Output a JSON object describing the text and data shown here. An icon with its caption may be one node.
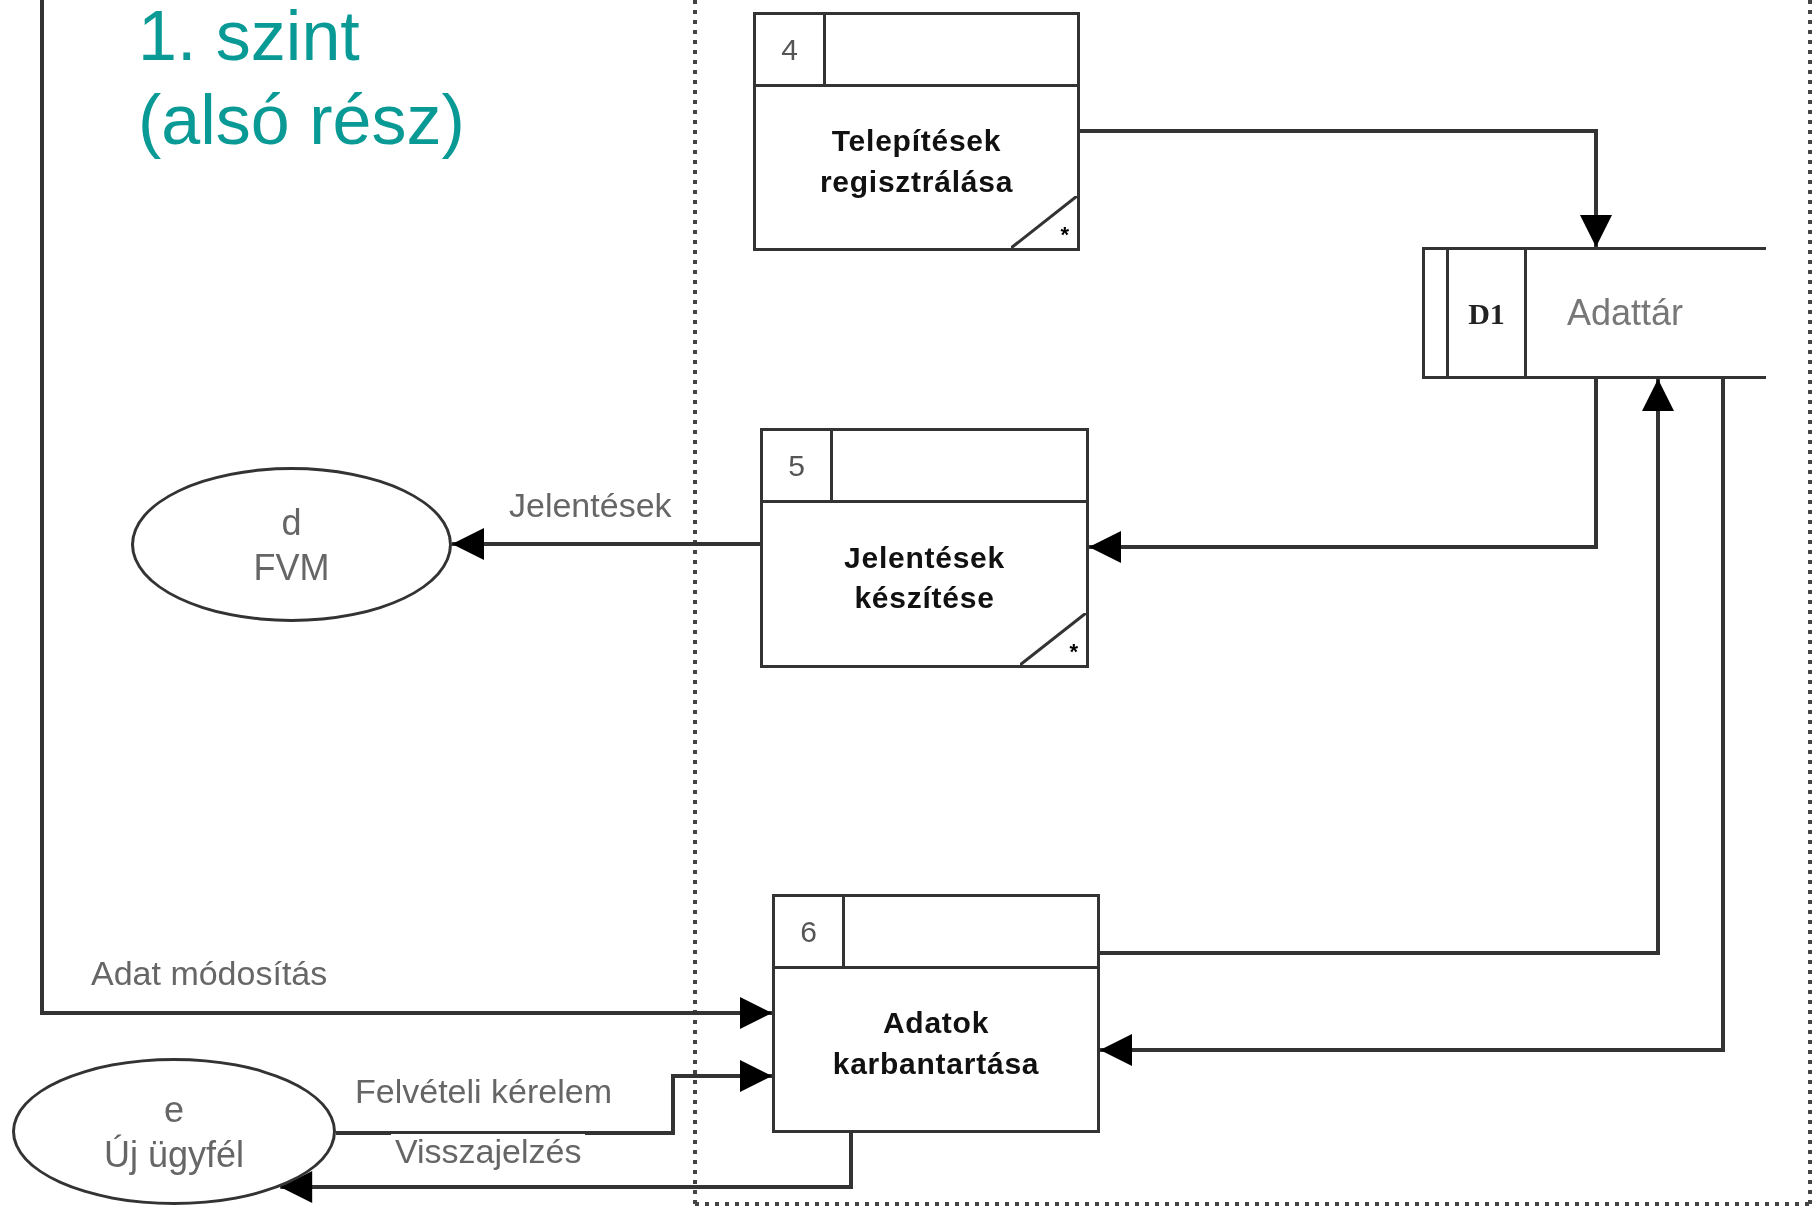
{
  "diagram": {
    "title": "1. szint (alsó rész)",
    "nodes": [
      {
        "text": [
          "4",
          "Telepítések regisztrálása",
          "*"
        ]
      },
      {
        "text": [
          "D1",
          "Adattár"
        ]
      },
      {
        "text": [
          "5",
          "Jelentések készítése",
          "*"
        ]
      },
      {
        "text": [
          "d",
          "FVM"
        ]
      },
      {
        "text": [
          "6",
          "Adatok karbantartása"
        ]
      },
      {
        "text": [
          "e",
          "Új ügyfél"
        ]
      }
    ],
    "edges": [
      {
        "from": 0,
        "to": 1,
        "arrow": "to"
      },
      {
        "from": 1,
        "to": 2,
        "arrow": "to"
      },
      {
        "from": 2,
        "to": 3,
        "arrow": "to",
        "label": "Jelentések"
      },
      {
        "from": null,
        "to": 4,
        "arrow": "to",
        "label": "Adat módosítás"
      },
      {
        "from": 4,
        "to": 1,
        "arrow": "to"
      },
      {
        "from": 1,
        "to": 4,
        "arrow": "to"
      },
      {
        "from": 5,
        "to": 4,
        "arrow": "to",
        "label": "Felvételi kérelem"
      },
      {
        "from": 4,
        "to": 5,
        "arrow": "to",
        "label": "Visszajelzés"
      }
    ]
  }
}
